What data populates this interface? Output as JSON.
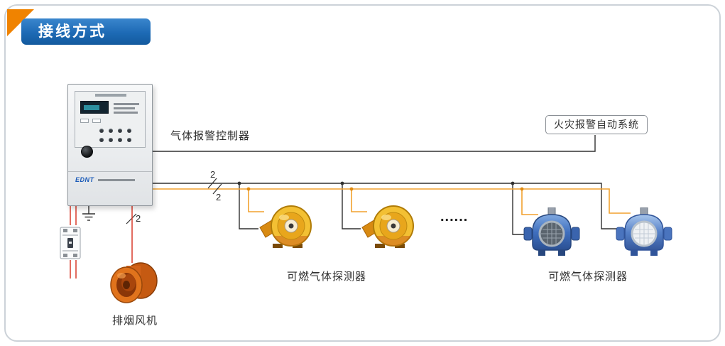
{
  "banner": {
    "title": "接线方式"
  },
  "controller": {
    "label": "气体报警控制器",
    "logo": "EDNT"
  },
  "fire_system": {
    "label": "火灾报警自动系统"
  },
  "detector_group_left": {
    "label": "可燃气体探测器"
  },
  "detector_group_right": {
    "label": "可燃气体探测器"
  },
  "fan": {
    "label": "排烟风机"
  },
  "annotations": {
    "continuation_dots": "......",
    "signal_wire_count": "2",
    "power_wire_count": "2",
    "fan_wire_count": "2"
  },
  "colors": {
    "banner_blue": "#1d6ab5",
    "accent_orange": "#f08300",
    "wire_black": "#303030",
    "wire_orange": "#f2a12e",
    "wire_red": "#d93a2b",
    "frame_border": "#ccd2d8"
  }
}
